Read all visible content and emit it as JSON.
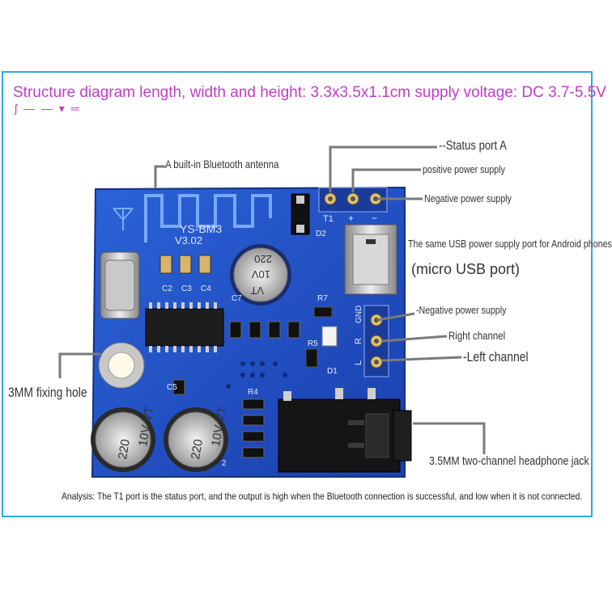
{
  "title": "Structure diagram length, width and height: 3.3x3.5x1.1cm supply voltage: DC 3.7-5.5V",
  "board": {
    "model": "YS-BM3",
    "version": "V3.02",
    "cap_small": "220 10V VT",
    "cap_large_text": "220 10V VT",
    "pin_labels": [
      "T1",
      "+",
      "−"
    ],
    "audio_pins": [
      "GND",
      "R",
      "L"
    ],
    "components": [
      "C2",
      "C3",
      "C4",
      "C5",
      "C7",
      "R7",
      "R5",
      "D1",
      "D2",
      "R4",
      "2"
    ]
  },
  "callouts": {
    "status_port": "--Status port A",
    "positive_power": "positive power supply",
    "negative_power_top": "Negative power supply",
    "usb_port": "The same USB power supply port for Android phones",
    "micro_usb": "(micro USB port)",
    "negative_power_audio": "-Negative power supply",
    "right_channel": "Right channel",
    "left_channel": "-Left channel",
    "antenna": "A built-in Bluetooth antenna",
    "fixing_hole": "3MM fixing hole",
    "headphone_jack": "3.5MM two-channel headphone jack"
  },
  "analysis": "Analysis: The T1 port is the status port, and the output is high when the Bluetooth connection is successful, and low when it is not connected.",
  "colors": {
    "pcb": "#1f4fc4",
    "frame": "#29a9e6",
    "title": "#c23bc8"
  }
}
